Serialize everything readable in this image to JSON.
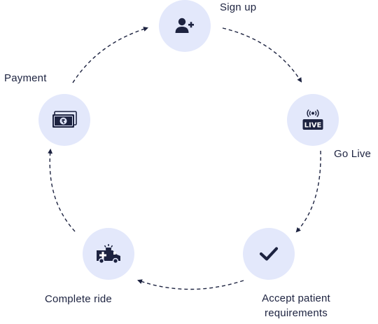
{
  "steps": [
    {
      "label": "Sign up",
      "icon": "add-user-icon"
    },
    {
      "label": "Go Live",
      "icon": "live-broadcast-icon"
    },
    {
      "label": "Accept patient requirements",
      "icon": "checkmark-icon"
    },
    {
      "label": "Complete ride",
      "icon": "ambulance-icon"
    },
    {
      "label": "Payment",
      "icon": "rupee-banknote-icon"
    }
  ],
  "colors": {
    "node_fill": "#e3e8fb",
    "icon": "#1d2340",
    "arrow": "#1d2340",
    "text": "#1d2340"
  }
}
